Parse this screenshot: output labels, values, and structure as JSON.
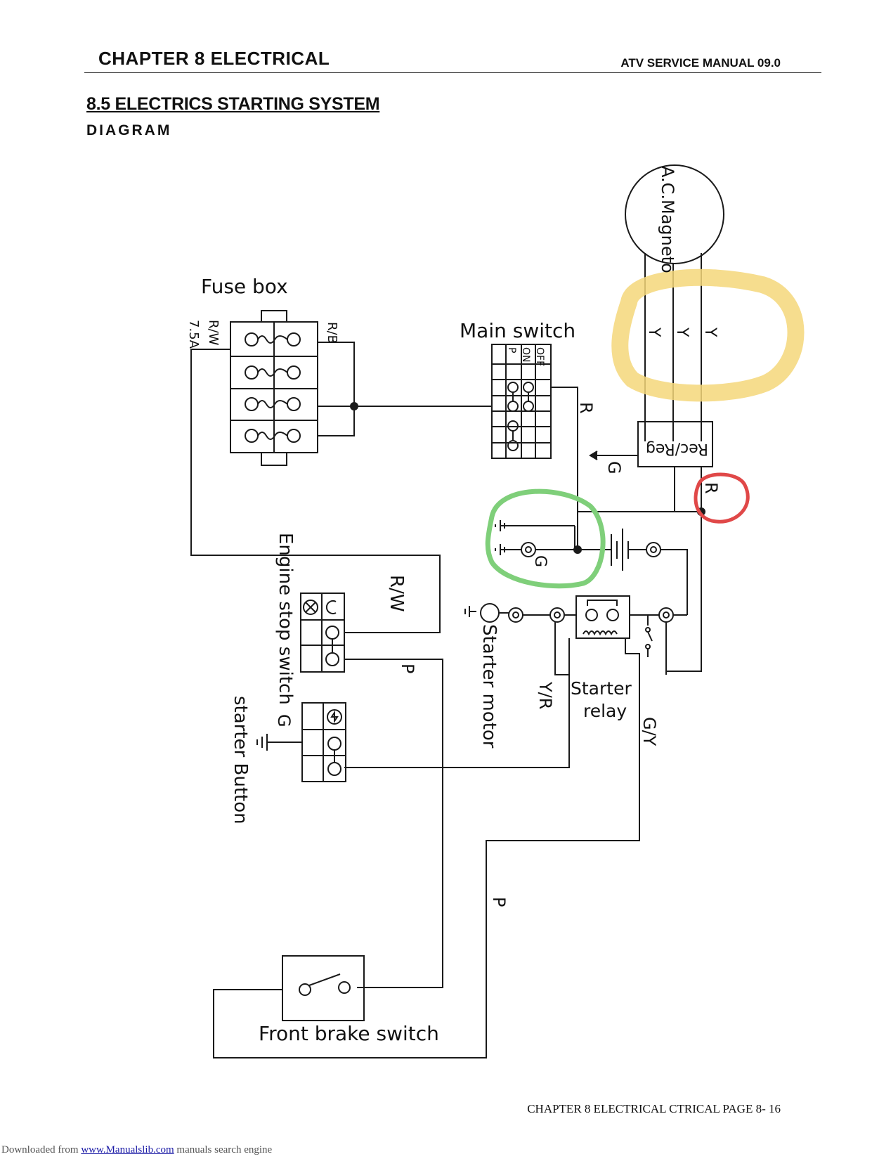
{
  "header": {
    "chapter": "CHAPTER  8  ELECTRICAL",
    "manual": "ATV  SERVICE  MANUAL  09.0"
  },
  "section": {
    "title": "8.5 ELECTRICS STARTING SYSTEM",
    "subtitle": "DIAGRAM"
  },
  "diagram": {
    "labels": {
      "ac_magneto": "A.C.Magneto",
      "fuse_box": "Fuse box",
      "fuse_rating_rw": "R/W",
      "fuse_rating_amp": "7.5A",
      "fuse_rb": "R/B",
      "main_switch": "Main switch",
      "switch_off": "OFF",
      "switch_on": "ON",
      "switch_p": "P",
      "rec_reg": "Rec/Reg",
      "engine_stop_switch": "Engine stop switch",
      "starter_button": "starter Button",
      "starter_motor": "Starter motor",
      "starter_relay_1": "Starter",
      "starter_relay_2": "relay",
      "front_brake_switch": "Front brake switch"
    },
    "wire_labels": {
      "magneto_1": "Y",
      "magneto_2": "Y",
      "magneto_3": "Y",
      "main_r": "R",
      "regulator_g": "G",
      "battery_r": "R",
      "ground_g": "G",
      "rw": "R/W",
      "stop_p": "P",
      "button_g": "G",
      "yr": "Y/R",
      "gy": "G/Y",
      "brake_p": "P"
    },
    "highlight_colors": {
      "yellow": "#f5d77a",
      "red": "#e04848",
      "green": "#7fcf7a"
    }
  },
  "footer": {
    "page": "CHAPTER  8  ELECTRICAL  CTRICAL    PAGE  8-    16"
  },
  "source": {
    "prefix": "Downloaded from ",
    "link": "www.Manualslib.com",
    "suffix": "  manuals search engine"
  }
}
